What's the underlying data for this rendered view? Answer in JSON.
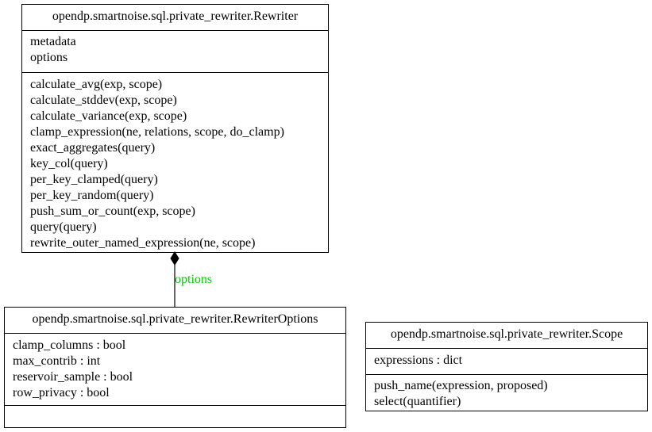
{
  "classes": {
    "rewriter": {
      "name": "opendp.smartnoise.sql.private_rewriter.Rewriter",
      "attributes": [
        "metadata",
        "options"
      ],
      "methods": [
        "calculate_avg(exp, scope)",
        "calculate_stddev(exp, scope)",
        "calculate_variance(exp, scope)",
        "clamp_expression(ne, relations, scope, do_clamp)",
        "exact_aggregates(query)",
        "key_col(query)",
        "per_key_clamped(query)",
        "per_key_random(query)",
        "push_sum_or_count(exp, scope)",
        "query(query)",
        "rewrite_outer_named_expression(ne, scope)"
      ]
    },
    "rewriter_options": {
      "name": "opendp.smartnoise.sql.private_rewriter.RewriterOptions",
      "attributes": [
        "clamp_columns : bool",
        "max_contrib : int",
        "reservoir_sample : bool",
        "row_privacy : bool"
      ],
      "methods": []
    },
    "scope": {
      "name": "opendp.smartnoise.sql.private_rewriter.Scope",
      "attributes": [
        "expressions : dict"
      ],
      "methods": [
        "push_name(expression, proposed)",
        "select(quantifier)"
      ]
    }
  },
  "edges": {
    "options": {
      "label": "options",
      "type": "composition",
      "color": "#00cc00"
    }
  }
}
